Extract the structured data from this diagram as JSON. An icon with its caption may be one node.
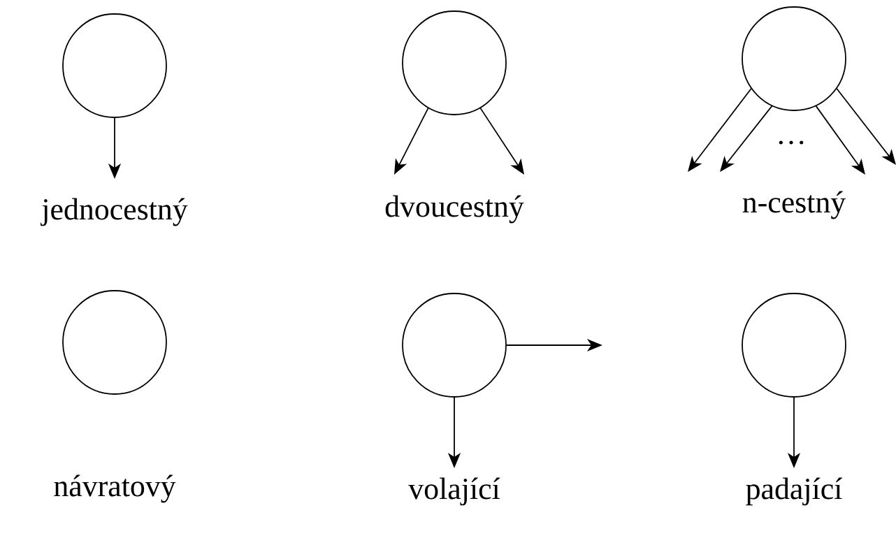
{
  "diagram": {
    "nodes": [
      {
        "text": [],
        "shape": "circle",
        "beside": [
          "jednocestný"
        ]
      },
      {
        "text": [],
        "shape": "circle",
        "beside": [
          "dvoucestný"
        ]
      },
      {
        "text": [],
        "shape": "circle",
        "beside": [
          "n-cestný"
        ]
      },
      {
        "text": [],
        "shape": "circle",
        "beside": [
          "návratový"
        ]
      },
      {
        "text": [],
        "shape": "circle",
        "beside": [
          "volající"
        ]
      },
      {
        "text": [],
        "shape": "circle",
        "beside": [
          "padající"
        ]
      }
    ],
    "edges": [
      {
        "from": 0,
        "to": null,
        "arrow": "to"
      },
      {
        "from": 1,
        "to": null,
        "arrow": "to"
      },
      {
        "from": 1,
        "to": null,
        "arrow": "to"
      },
      {
        "from": 2,
        "to": null,
        "arrow": "to"
      },
      {
        "from": 2,
        "to": null,
        "arrow": "to"
      },
      {
        "from": 2,
        "to": null,
        "arrow": "to"
      },
      {
        "from": 2,
        "to": null,
        "arrow": "to"
      },
      {
        "from": 4,
        "to": null,
        "arrow": "to"
      },
      {
        "from": 4,
        "to": null,
        "arrow": "to"
      },
      {
        "from": 5,
        "to": null,
        "arrow": "to"
      }
    ],
    "labels": [
      "…"
    ]
  }
}
